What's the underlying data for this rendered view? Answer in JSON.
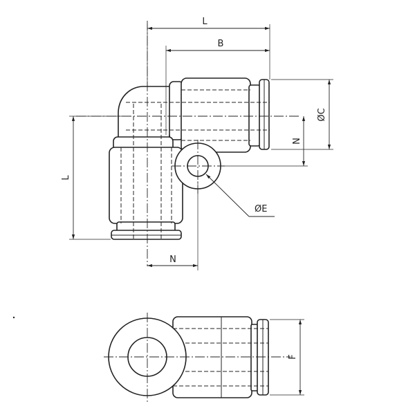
{
  "labels": {
    "L_top": "L",
    "B": "B",
    "C": "ØC",
    "N_right": "N",
    "L_left": "L",
    "E": "ØE",
    "N_bottom": "N",
    "F": "F"
  }
}
